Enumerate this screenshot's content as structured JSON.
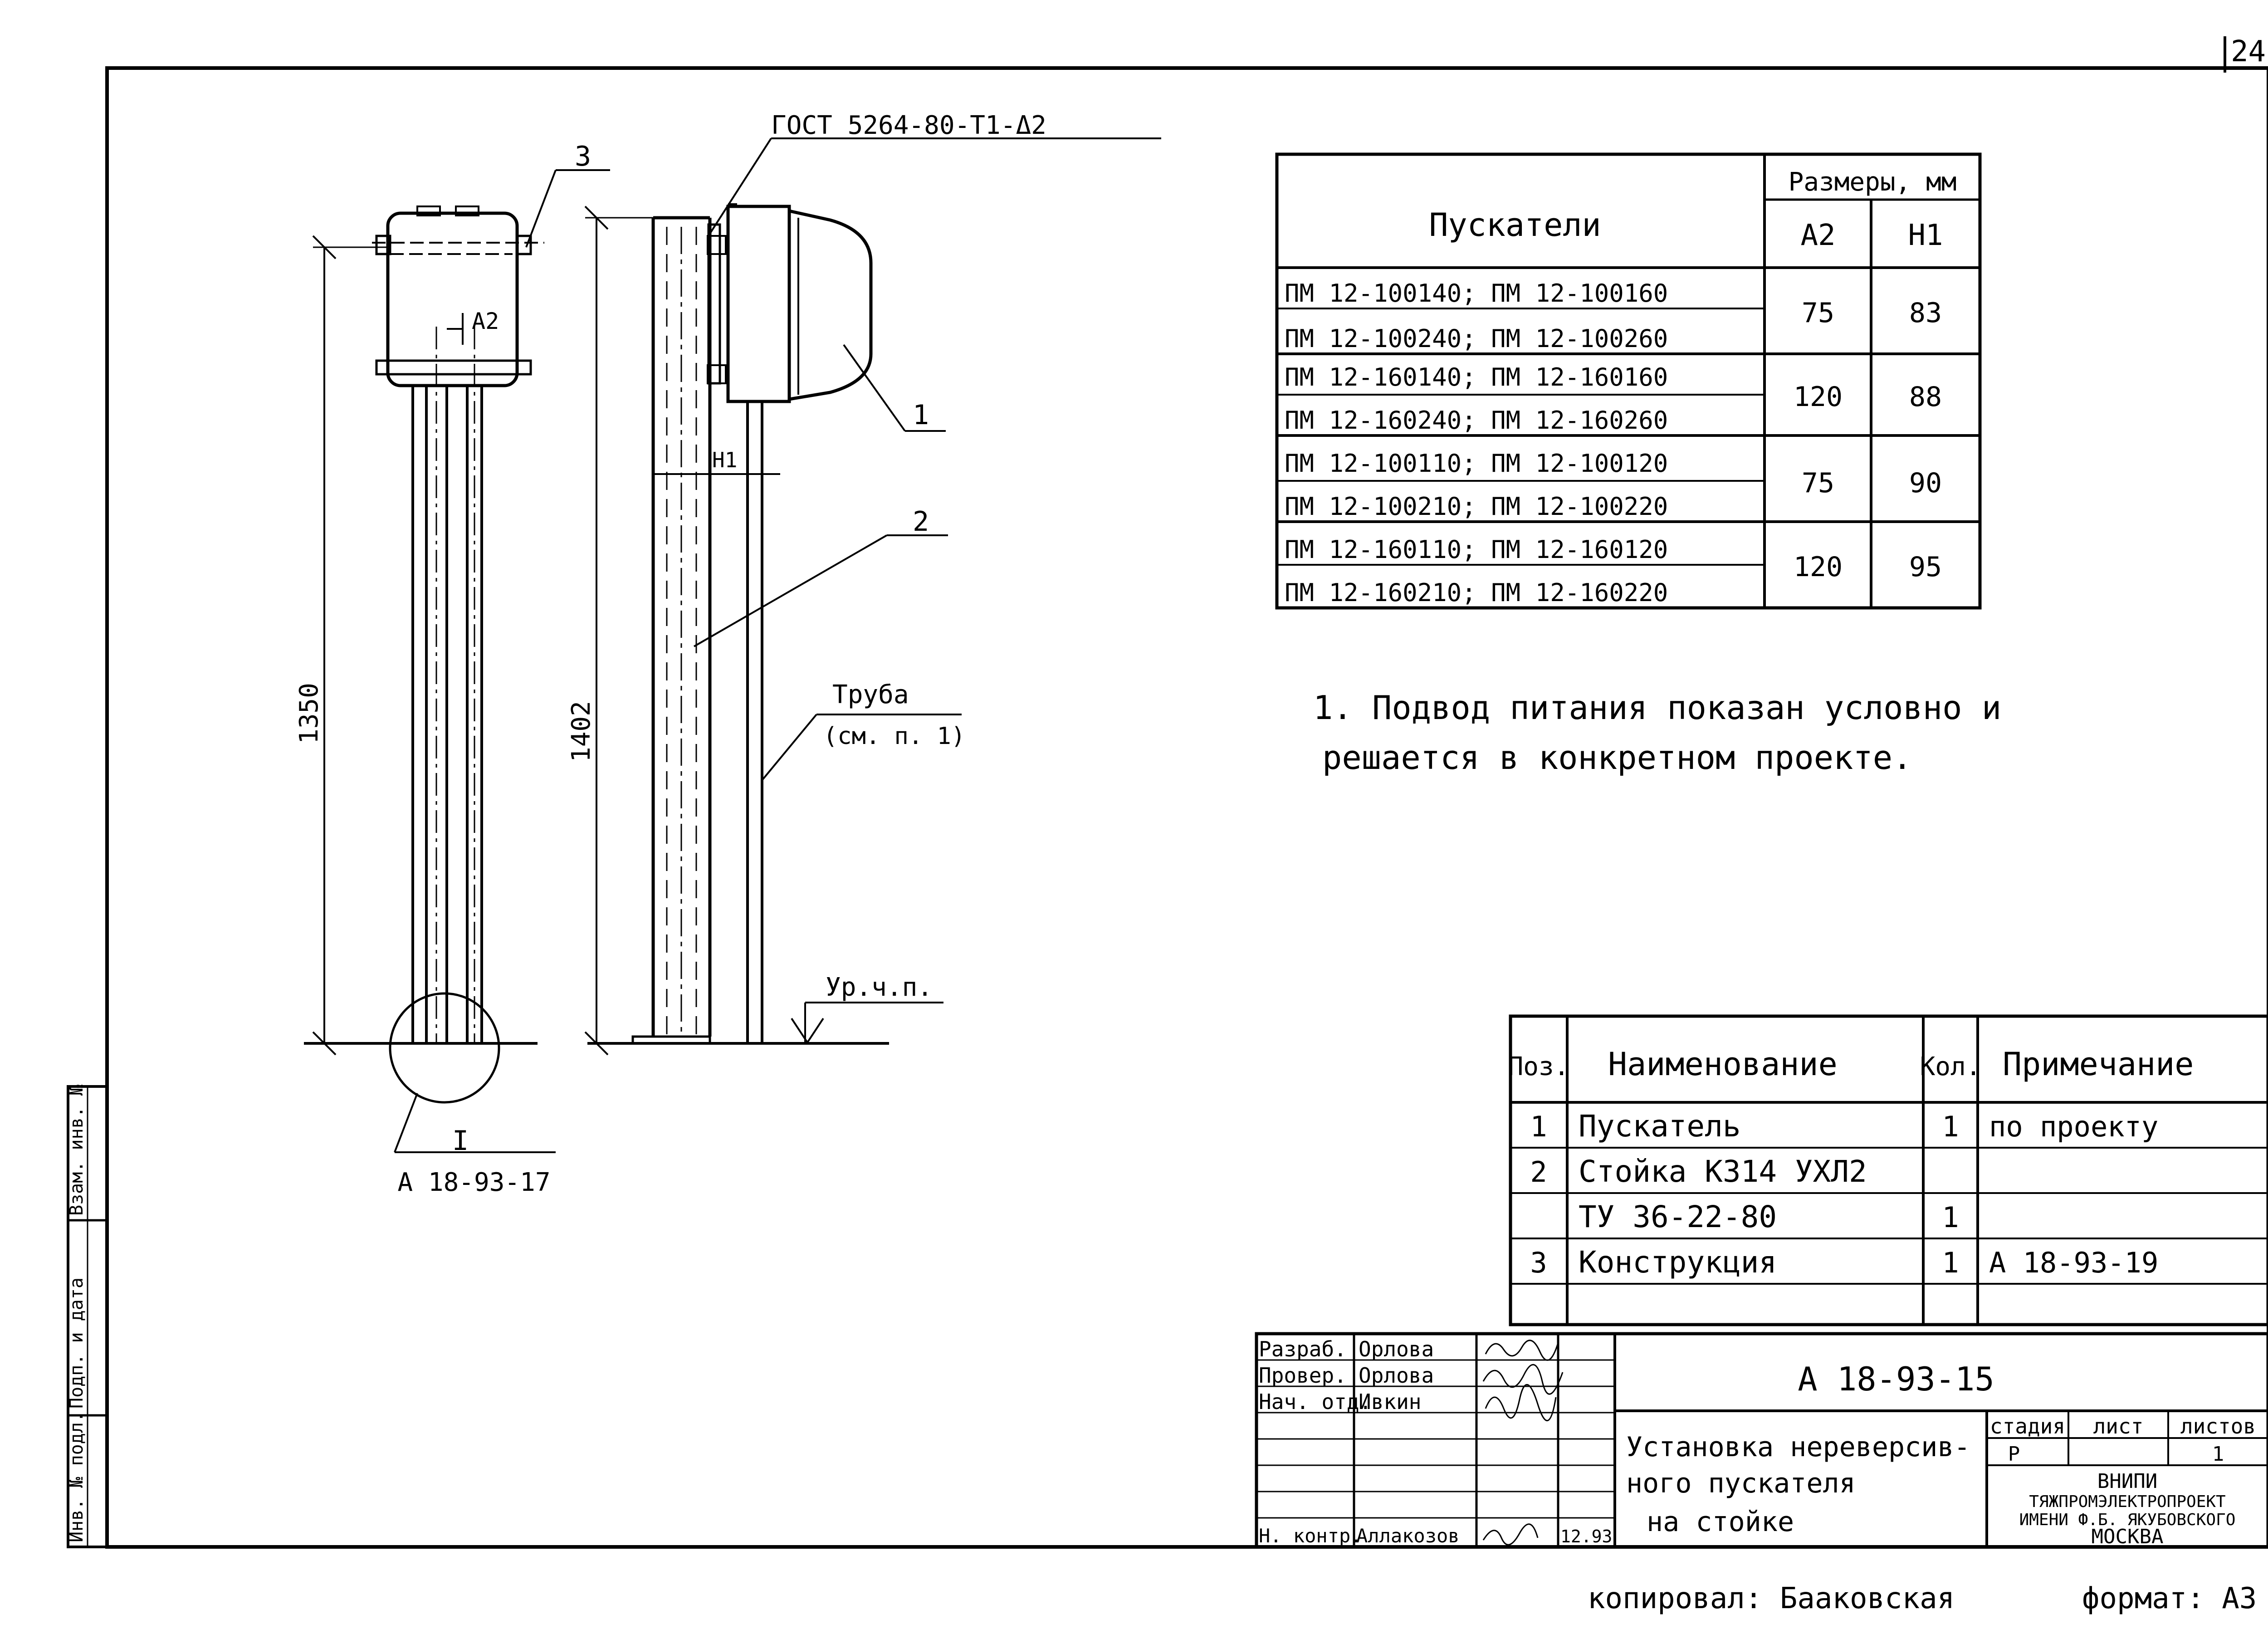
{
  "sheet": {
    "sheet_number": "24",
    "format_label": "формат: А3",
    "copied_by": "копировал: Бааковская"
  },
  "callouts": {
    "weld_note": "ГОСТ 5264-80-Т1-Δ2",
    "pos1": "1",
    "pos2": "2",
    "pos3": "3",
    "pipe": "Труба",
    "pipe_ref": "(см. п. 1)",
    "ground_level": "Ур.ч.п.",
    "detail_mark": "I",
    "detail_ref": "А 18-93-17",
    "dim_h1": "H1",
    "dim_a2": "A2"
  },
  "dimensions": {
    "left_height": "1350",
    "right_height": "1402"
  },
  "sizes_table": {
    "col_header_name": "Пускатели",
    "col_header_group": "Размеры, мм",
    "col_a2": "А2",
    "col_h1": "Н1",
    "groups": [
      {
        "rows": [
          "ПМ 12-100140; ПМ 12-100160",
          "ПМ 12-100240; ПМ 12-100260"
        ],
        "a2": "75",
        "h1": "83"
      },
      {
        "rows": [
          "ПМ 12-160140; ПМ 12-160160",
          "ПМ 12-160240; ПМ 12-160260"
        ],
        "a2": "120",
        "h1": "88"
      },
      {
        "rows": [
          "ПМ 12-100110; ПМ 12-100120",
          "ПМ 12-100210; ПМ 12-100220"
        ],
        "a2": "75",
        "h1": "90"
      },
      {
        "rows": [
          "ПМ 12-160110; ПМ 12-160120",
          "ПМ 12-160210; ПМ 12-160220"
        ],
        "a2": "120",
        "h1": "95"
      }
    ]
  },
  "note": {
    "line1": "1. Подвод питания показан условно и",
    "line2": "решается в конкретном проекте."
  },
  "spec_table": {
    "headers": {
      "pos": "Поз.",
      "name": "Наименование",
      "qty": "Кол.",
      "note": "Примечание"
    },
    "rows": [
      {
        "pos": "1",
        "name": "Пускатель",
        "qty": "1",
        "note": "по проекту"
      },
      {
        "pos": "2",
        "name": "Стойка К314 УХЛ2",
        "qty": "",
        "note": ""
      },
      {
        "pos": "",
        "name": "ТУ 36-22-80",
        "qty": "1",
        "note": ""
      },
      {
        "pos": "3",
        "name": "Конструкция",
        "qty": "1",
        "note": "А 18-93-19"
      },
      {
        "pos": "",
        "name": "",
        "qty": "",
        "note": ""
      }
    ]
  },
  "title_block": {
    "roles": [
      {
        "role": "Разраб.",
        "name": "Орлова"
      },
      {
        "role": "Провер.",
        "name": "Орлова"
      },
      {
        "role": "Нач. отд.",
        "name": "Ивкин"
      },
      {
        "role": "",
        "name": ""
      },
      {
        "role": "",
        "name": ""
      },
      {
        "role": "",
        "name": ""
      },
      {
        "role": "",
        "name": ""
      },
      {
        "role": "Н. контр.",
        "name": "Аллакозов"
      }
    ],
    "signature_text": "Орлова",
    "date": "12.93",
    "doc_code": "А 18-93-15",
    "title_line1": "Установка нереверсив-",
    "title_line2": "ного пускателя",
    "title_line3": "на стойке",
    "stage_label": "стадия",
    "sheet_label": "лист",
    "sheets_label": "листов",
    "stage_value": "Р",
    "sheets_value": "1",
    "org_line1": "ВНИПИ",
    "org_line2": "ТЯЖПРОМЭЛЕКТРОПРОЕКТ",
    "org_line3": "ИМЕНИ Ф.Б. ЯКУБОВСКОГО",
    "org_line4": "МОСКВА"
  },
  "side_stamp": {
    "cell1": "Инв. № подл.",
    "cell2": "Подп. и дата",
    "cell3": "Взам. инв. №"
  }
}
